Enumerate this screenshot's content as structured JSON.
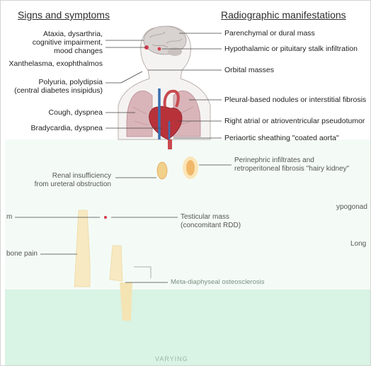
{
  "headings": {
    "left": "Signs and symptoms",
    "right": "Radiographic manifestations"
  },
  "signs": [
    "Ataxia, dysarthria,\ncognitive impairment,\nmood changes",
    "Xanthelasma, exophthalmos",
    "Polyuria, polydipsia\n(central diabetes insipidus)",
    "Cough, dyspnea",
    "Bradycardia, dyspnea",
    "Renal insufficiency\nfrom ureteral obstruction",
    "m",
    "bone pain"
  ],
  "manifestations": [
    "Parenchymal or dural mass",
    "Hypothalamic or pituitary stalk infiltration",
    "Orbital masses",
    "Pleural-based nodules or interstitial fibrosis",
    "Right atrial or atrioventricular pseudotumor",
    "Periaortic sheathing \"coated aorta\"",
    "Perinephric infiltrates and\nretroperitoneal fibrosis \"hairy kidney\"",
    "Testicular mass\n(concomitant RDD)",
    "ypogonad",
    "Long",
    "Meta-diaphyseal osteosclerosis"
  ],
  "footer_fragment": "VARYING",
  "colors": {
    "band_light": "#f4fbf6",
    "band_green": "#d9f3e4",
    "lung": "#c9a3a8",
    "heart": "#b8323a",
    "vessels": "#3a6fb0",
    "kidney": "#f1d08a",
    "bone": "#f3e2b4",
    "brain": "#d8d2d0"
  }
}
